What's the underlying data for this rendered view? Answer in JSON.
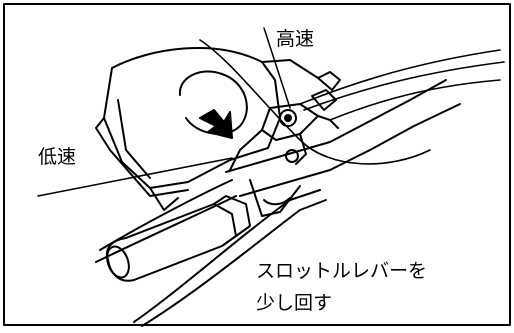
{
  "labels": {
    "high_speed": "高速",
    "low_speed": "低速",
    "instruction_line1": "スロットルレバーを",
    "instruction_line2": "少し回す"
  },
  "colors": {
    "line": "#000000",
    "background": "#ffffff"
  }
}
